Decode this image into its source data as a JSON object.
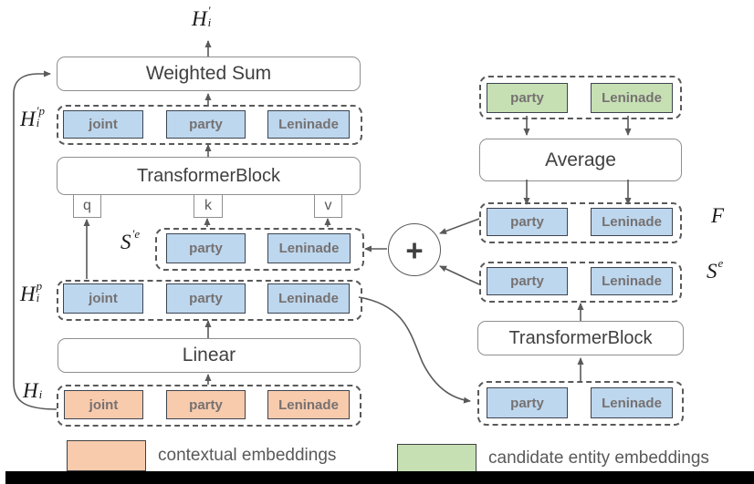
{
  "colors": {
    "contextual_fill": "#f8cbad",
    "candidate_fill": "#c6e0b4",
    "projected_fill": "#bdd7ee",
    "outline_gray": "#595959",
    "process_text": "#404040",
    "token_text": "#767171"
  },
  "blocks": {
    "weighted_sum": "Weighted Sum",
    "transformer_left": "TransformerBlock",
    "linear": "Linear",
    "average": "Average",
    "transformer_right": "TransformerBlock",
    "plus": "+"
  },
  "qkv": {
    "q": "q",
    "k": "k",
    "v": "v"
  },
  "labels": {
    "h_out": {
      "base": "H",
      "sup": "′",
      "sub": "i"
    },
    "h_prime_p": {
      "base": "H",
      "sup": "′p",
      "sub": "i"
    },
    "s_prime_e": {
      "base": "S",
      "sup": "′e",
      "sub": ""
    },
    "h_p": {
      "base": "H",
      "sup": "p",
      "sub": "i"
    },
    "h_i": {
      "base": "H",
      "sup": "",
      "sub": "i"
    },
    "f": {
      "base": "F",
      "sup": "",
      "sub": ""
    },
    "s_e": {
      "base": "S",
      "sup": "e",
      "sub": ""
    }
  },
  "rows": {
    "h_prime_p": [
      "joint",
      "party",
      "Leninade"
    ],
    "s_prime_e": [
      "party",
      "Leninade"
    ],
    "h_p": [
      "joint",
      "party",
      "Leninade"
    ],
    "h_i": [
      "joint",
      "party",
      "Leninade"
    ],
    "candidates": [
      "party",
      "Leninade"
    ],
    "f": [
      "party",
      "Leninade"
    ],
    "s_e": [
      "party",
      "Leninade"
    ],
    "candidates_input": [
      "party",
      "Leninade"
    ]
  },
  "legend": {
    "contextual": "contextual embeddings",
    "candidate": "candidate entity embeddings"
  }
}
